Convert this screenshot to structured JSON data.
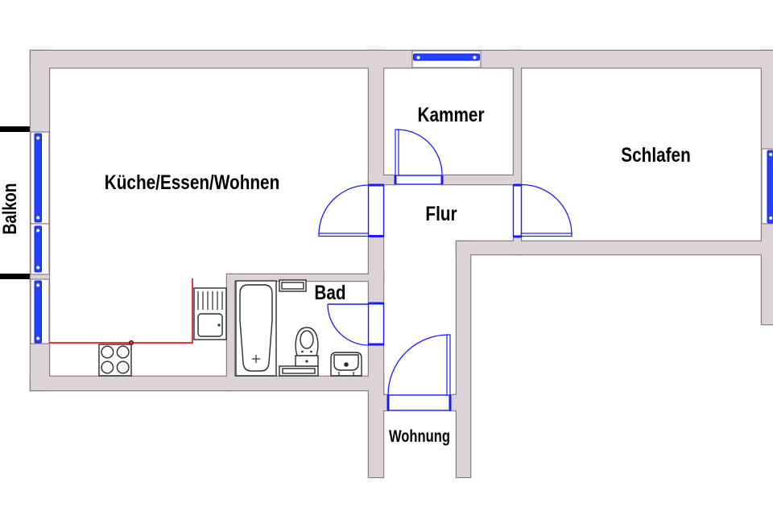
{
  "plan": {
    "rooms": {
      "kitchen_living": {
        "label": "Küche/Essen/Wohnen"
      },
      "pantry": {
        "label": "Kammer"
      },
      "bedroom": {
        "label": "Schlafen"
      },
      "hallway": {
        "label": "Flur"
      },
      "bathroom": {
        "label": "Bad"
      },
      "entrance": {
        "label": "Wohnung"
      }
    },
    "balcony": {
      "label": "Balkon"
    },
    "doors": [
      {
        "id": "door-hallway-kitchen",
        "between": [
          "Flur",
          "Küche/Essen/Wohnen"
        ]
      },
      {
        "id": "door-hallway-pantry",
        "between": [
          "Flur",
          "Kammer"
        ]
      },
      {
        "id": "door-hallway-bedroom",
        "between": [
          "Flur",
          "Schlafen"
        ]
      },
      {
        "id": "door-hallway-bathroom",
        "between": [
          "Flur",
          "Bad"
        ]
      },
      {
        "id": "door-apartment-entrance",
        "between": [
          "Flur",
          "Wohnung"
        ]
      }
    ],
    "windows": [
      {
        "id": "window-kitchen-1",
        "room": "Küche/Essen/Wohnen"
      },
      {
        "id": "window-kitchen-2",
        "room": "Küche/Essen/Wohnen"
      },
      {
        "id": "window-kitchen-3",
        "room": "Küche/Essen/Wohnen"
      },
      {
        "id": "window-pantry",
        "room": "Kammer"
      },
      {
        "id": "window-bedroom",
        "room": "Schlafen"
      }
    ],
    "fixtures": {
      "kitchen": [
        "kitchen-counter-edge",
        "stove-icon",
        "kitchen-sink-icon"
      ],
      "bathroom": [
        "bathtub-icon",
        "toilet-icon",
        "washbasin-icon",
        "radiator-icon",
        "radiator-icon"
      ]
    }
  },
  "colors": {
    "background": "#ffffff",
    "wall_fill": "#dbd3d7",
    "wall_outline": "#8d7b85",
    "door_window": "#1a1aff",
    "window_sash": "#2440ff",
    "counter_line": "#e23a3a",
    "counter_marker": "#d32f2f",
    "fixture_line": "#2a2a2a",
    "balcony_railing": "#000000",
    "label_text": "#000000"
  }
}
